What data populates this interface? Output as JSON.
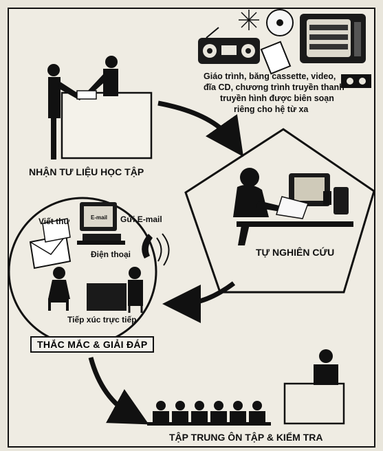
{
  "steps": {
    "receive_materials": "NHẬN TƯ LIỆU HỌC TẬP",
    "self_study": "TỰ NGHIÊN CỨU",
    "qa": "THẮC MẮC & GIẢI ĐÁP",
    "review_exam": "TẬP TRUNG ÔN TẬP & KIỂM TRA"
  },
  "materials_caption": [
    "Giáo trình, băng cassette, video,",
    "đĩa CD, chương trình truyền thanh",
    "truyền hình được biên soạn",
    "riêng cho hệ từ xa"
  ],
  "contact_methods": {
    "letter": "Viết thư",
    "email": "Gửi E-mail",
    "phone": "Điện thoại",
    "in_person": "Tiếp xúc trực tiếp"
  },
  "screen_text": "E-mail",
  "colors": {
    "ink": "#111111",
    "paper": "#e9e6dc"
  }
}
